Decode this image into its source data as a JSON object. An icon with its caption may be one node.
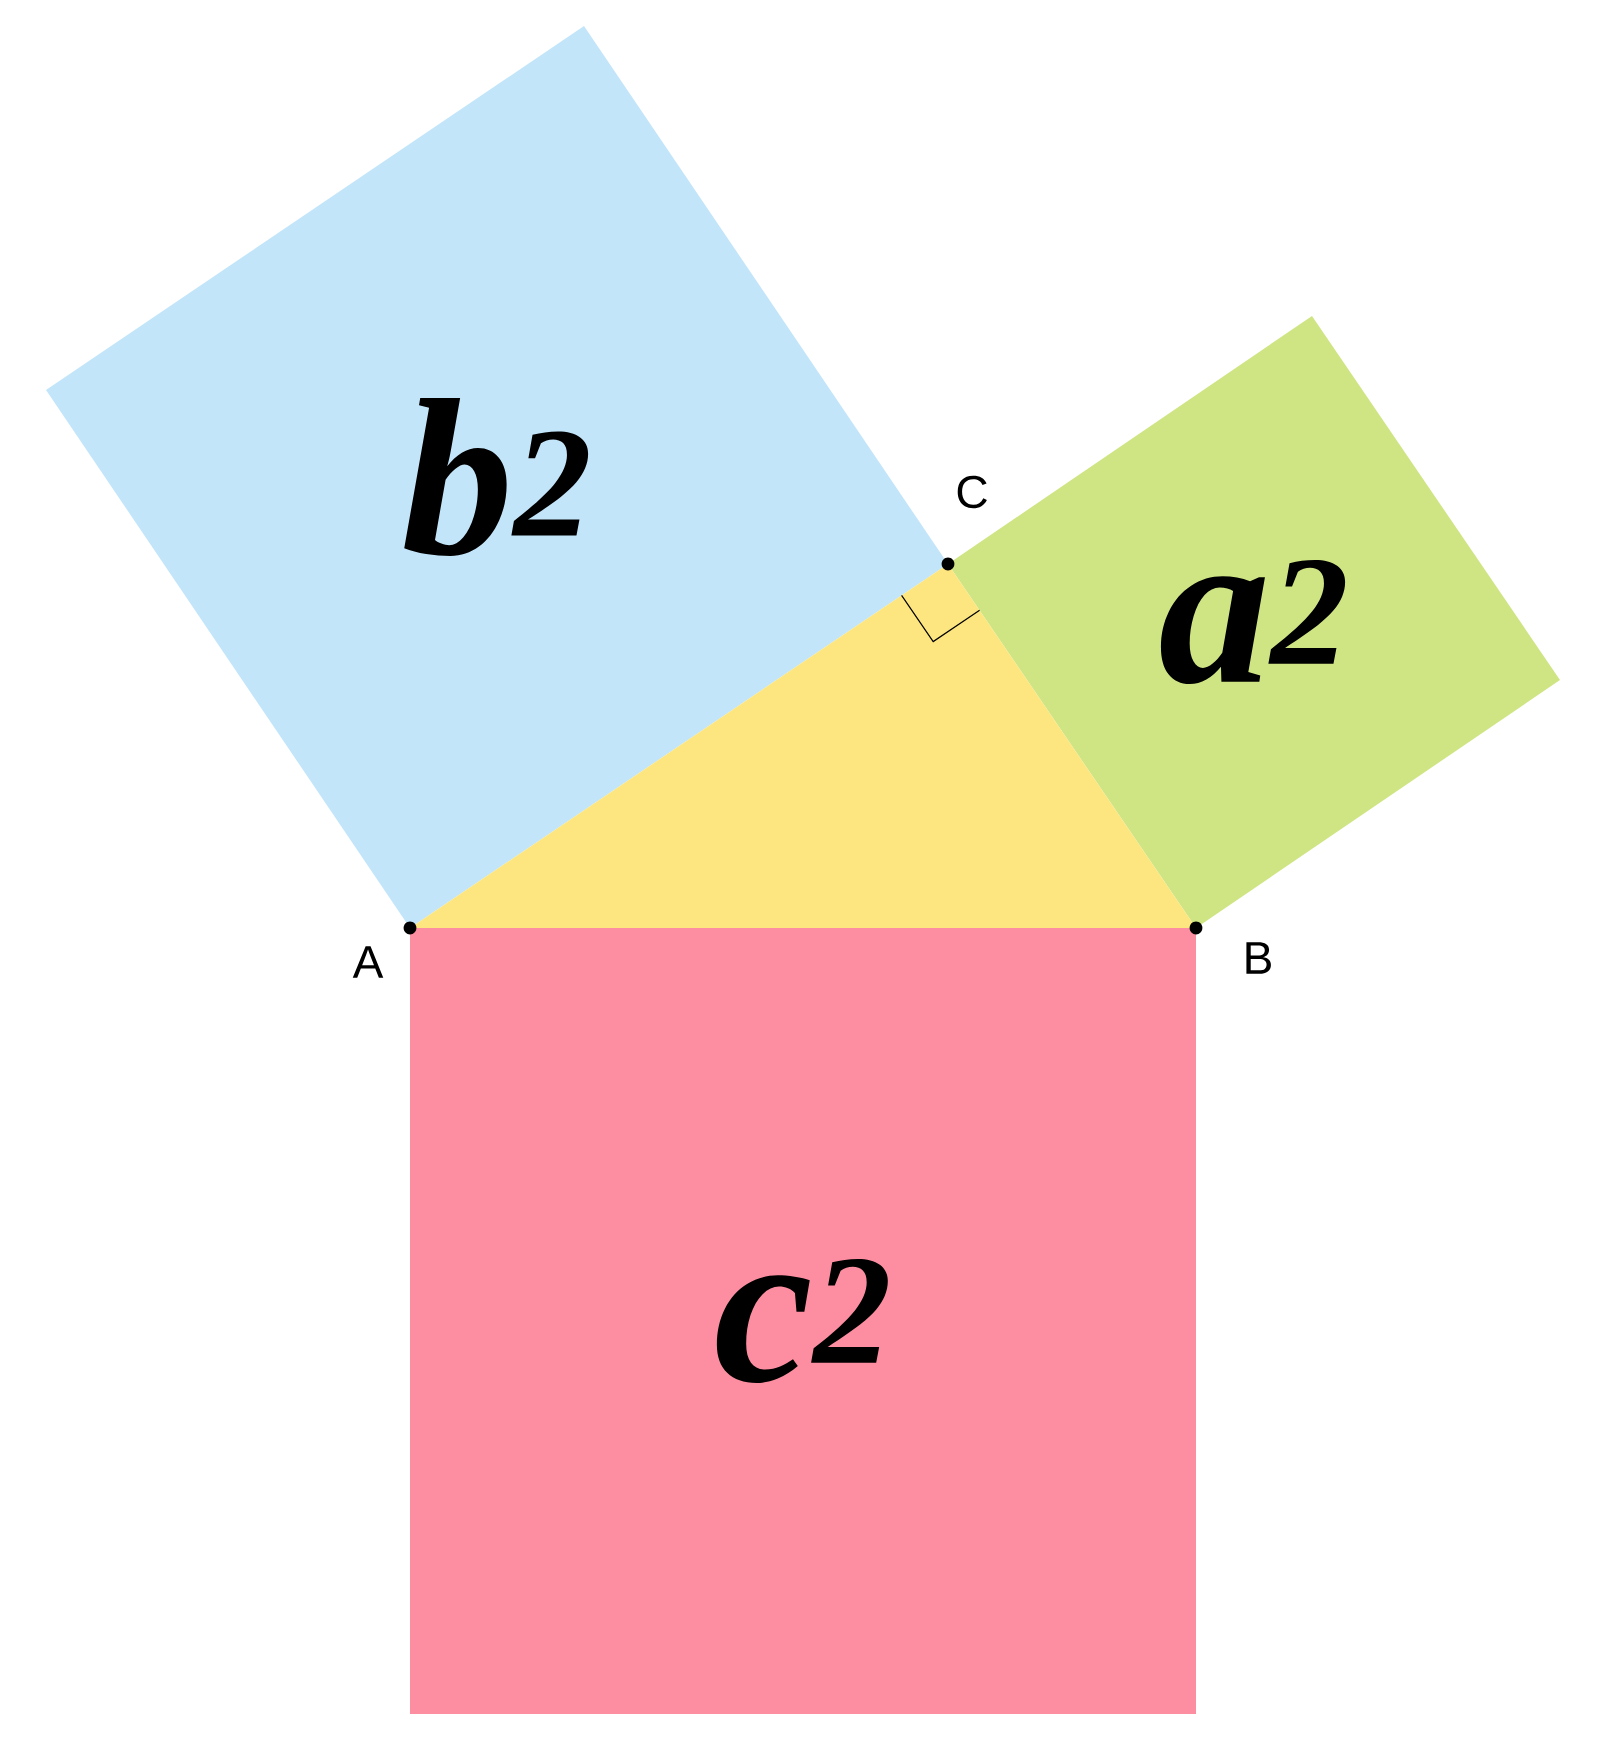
{
  "diagram": {
    "nodes": [
      {
        "text": [
          "b$^{2}$"
        ]
      },
      {
        "text": [
          "a$^{2}$"
        ]
      },
      {
        "text": [
          "c$^{2}$"
        ]
      },
      {
        "text": [],
        "shape": "triangle"
      }
    ],
    "labels": [
      "C",
      "A",
      "B"
    ]
  }
}
